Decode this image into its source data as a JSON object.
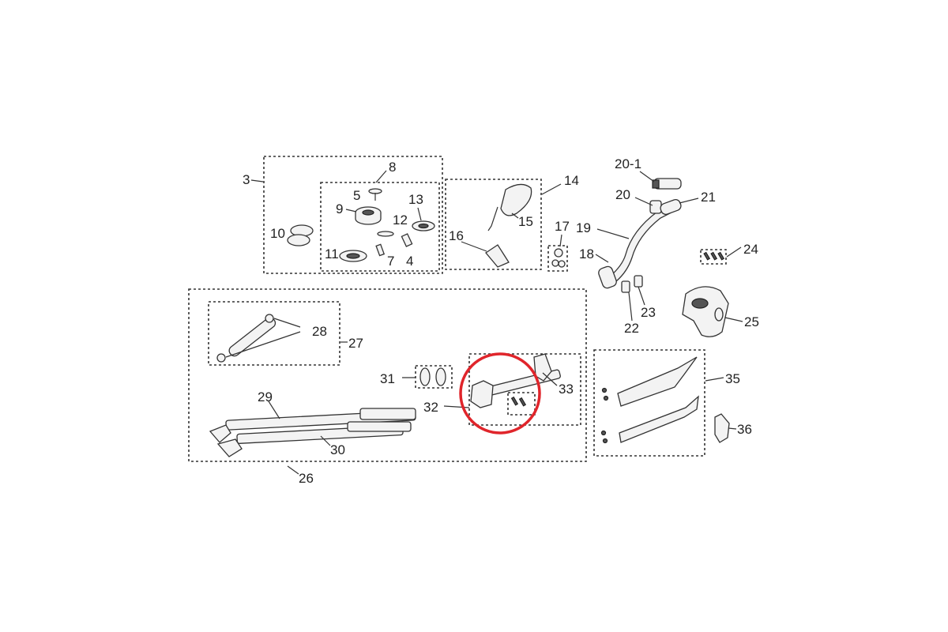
{
  "diagram": {
    "labels": {
      "p3": "3",
      "p4": "4",
      "p5": "5",
      "p7": "7",
      "p8": "8",
      "p9": "9",
      "p10": "10",
      "p11": "11",
      "p12": "12",
      "p13": "13",
      "p14": "14",
      "p15": "15",
      "p16": "16",
      "p17": "17",
      "p18": "18",
      "p19": "19",
      "p20": "20",
      "p20_1": "20-1",
      "p21": "21",
      "p22": "22",
      "p23": "23",
      "p24": "24",
      "p25": "25",
      "p26": "26",
      "p27": "27",
      "p28": "28",
      "p29": "29",
      "p30": "30",
      "p31": "31",
      "p32": "32",
      "p33": "33",
      "p35": "35",
      "p36": "36"
    },
    "colors": {
      "line": "#333333",
      "highlight": "#e0252b",
      "background": "#ffffff"
    },
    "highlighted_part": "32"
  }
}
